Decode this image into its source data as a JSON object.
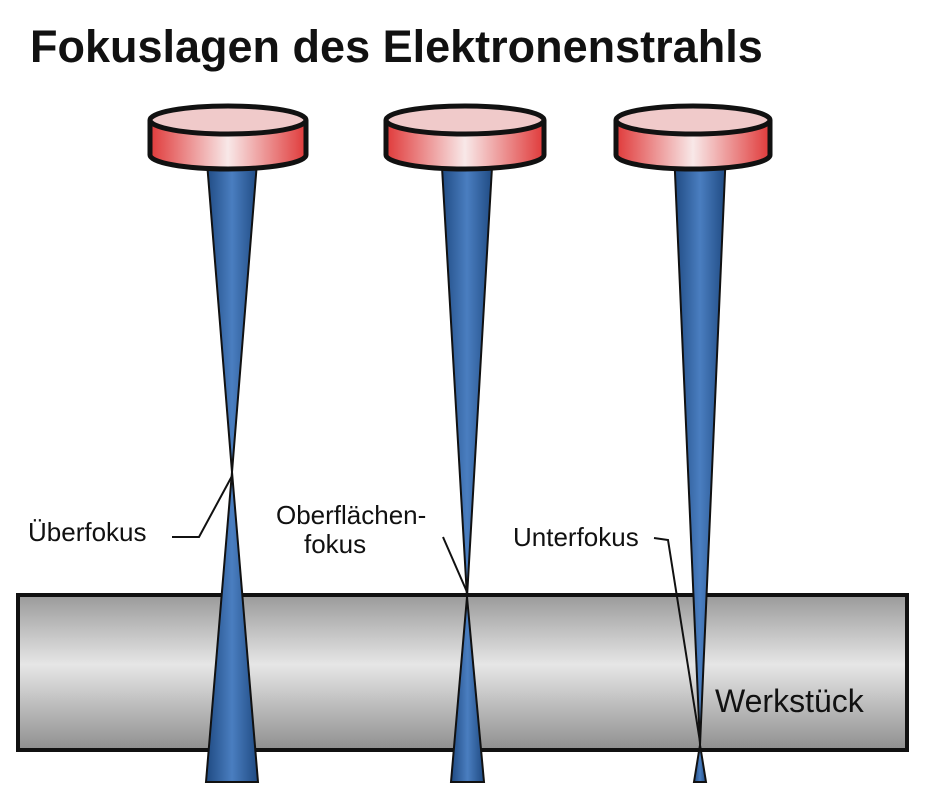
{
  "title": "Fokuslagen des Elektronenstrahls",
  "labels": {
    "ueberfokus": "Überfokus",
    "oberflaechen_1": "Oberflächen-",
    "oberflaechen_2": "fokus",
    "unterfokus": "Unterfokus",
    "werkstueck": "Werkstück"
  },
  "colors": {
    "lens_red": "#e03a3a",
    "lens_light": "#f8e4e4",
    "beam_blue": "#2f5f9e",
    "workpiece_gray": "#bdbdbd",
    "outline": "#111111"
  }
}
